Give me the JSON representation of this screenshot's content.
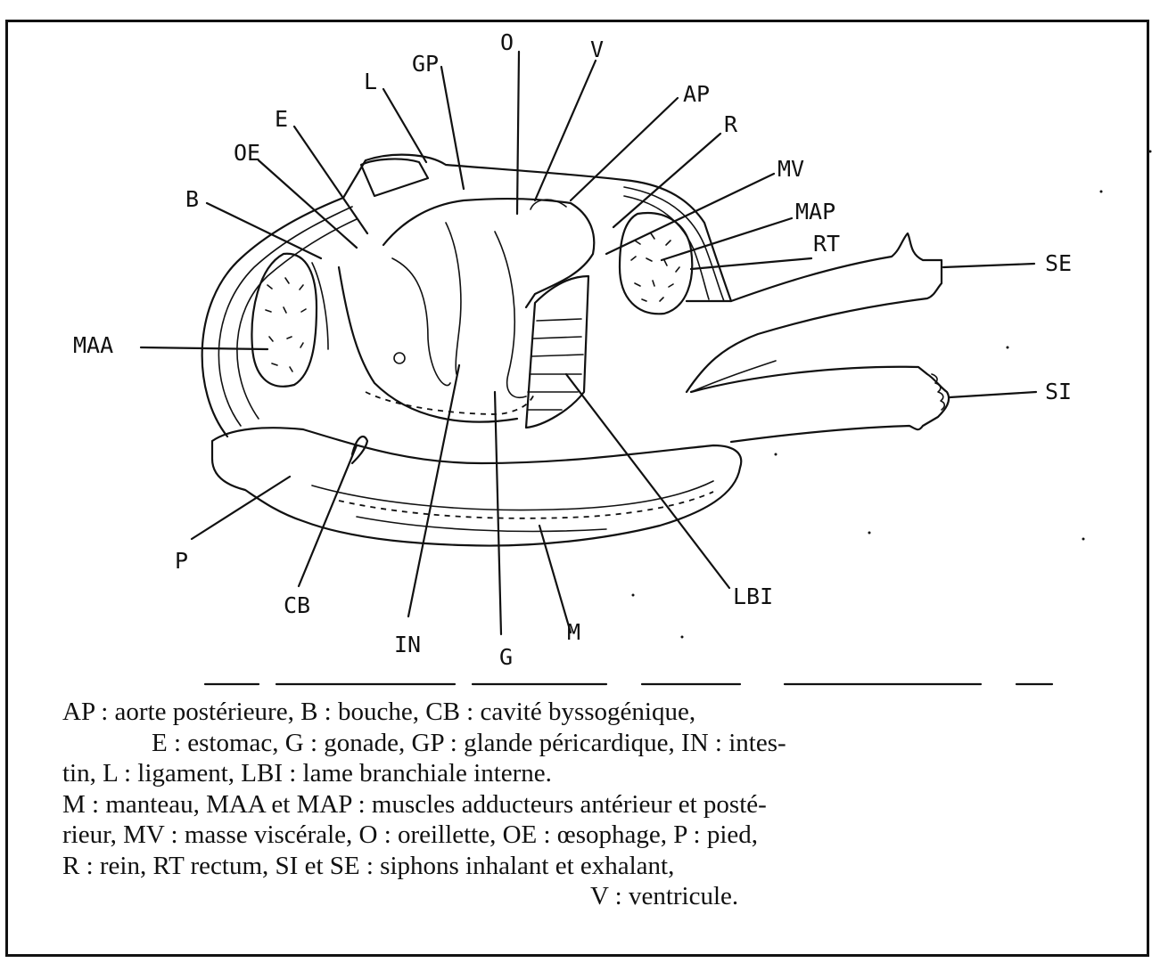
{
  "labels": {
    "O": "O",
    "V": "V",
    "GP": "GP",
    "L": "L",
    "AP": "AP",
    "E": "E",
    "R": "R",
    "OE": "OE",
    "MV": "MV",
    "B": "B",
    "MAP": "MAP",
    "RT": "RT",
    "SE": "SE",
    "MAA": "MAA",
    "SI": "SI",
    "P": "P",
    "CB": "CB",
    "LBI": "LBI",
    "IN": "IN",
    "M": "M",
    "G": "G"
  },
  "caption": {
    "line1": "AP : aorte postérieure, B : bouche, CB : cavité byssogénique,",
    "line2": "E : estomac, G : gonade, GP : glande péricardique, IN : intes-",
    "line3": "tin, L : ligament, LBI : lame branchiale interne.",
    "line4": "M : manteau, MAA et MAP : muscles adducteurs antérieur et posté-",
    "line5": "rieur, MV : masse viscérale, O : oreillette, OE : œsophage, P : pied,",
    "line6": "R : rein, RT rectum, SI et SE : siphons inhalant et exhalant,",
    "line7": "V : ventricule."
  },
  "colors": {
    "ink": "#111111",
    "background": "#ffffff"
  }
}
